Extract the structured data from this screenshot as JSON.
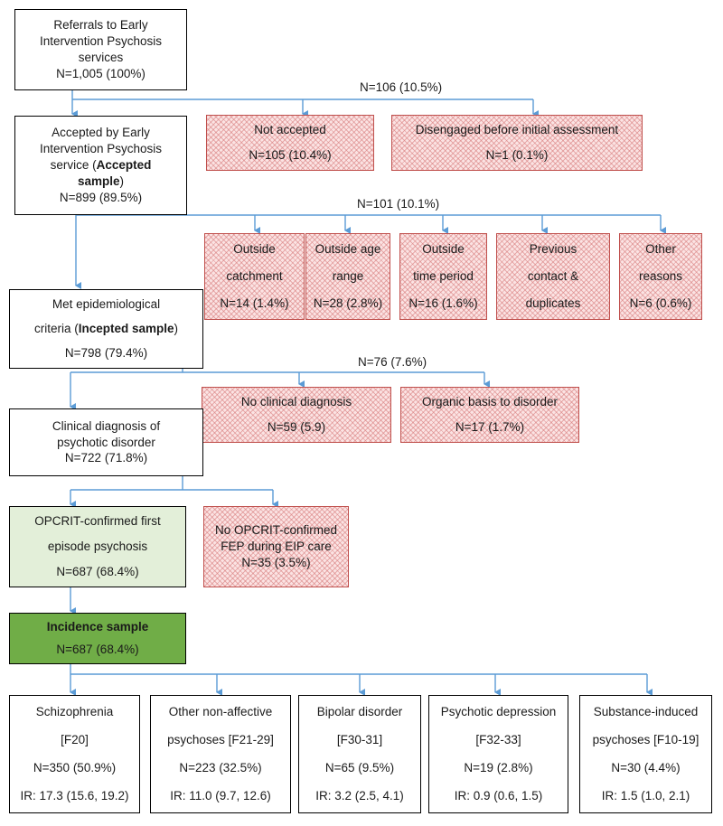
{
  "referrals": {
    "lines": [
      "Referrals to Early",
      "Intervention Psychosis",
      "services"
    ],
    "n": "N=1,005 (100%)"
  },
  "excluded_1": {
    "total": "N=106 (10.5%)",
    "not_accepted": {
      "label": "Not accepted",
      "n": "N=105 (10.4%)"
    },
    "disengaged": {
      "label": "Disengaged before initial assessment",
      "n": "N=1 (0.1%)"
    }
  },
  "accepted": {
    "line1": "Accepted by Early",
    "line2": "Intervention Psychosis",
    "line3_prefix": "service (",
    "line3_bold": "Accepted",
    "line4_bold": "sample",
    "line4_suffix": ")",
    "n": "N=899 (89.5%)"
  },
  "excluded_2": {
    "total": "N=101 (10.1%)",
    "boxes": [
      {
        "l1": "Outside",
        "l2": "catchment",
        "n": "N=14 (1.4%)"
      },
      {
        "l1": "Outside age",
        "l2": "range",
        "n": "N=28 (2.8%)"
      },
      {
        "l1": "Outside",
        "l2": "time period",
        "n": "N=16 (1.6%)"
      },
      {
        "l1": "Previous",
        "l2": "contact &",
        "l3": "duplicates"
      },
      {
        "l1": "Other",
        "l2": "reasons",
        "n": "N=6 (0.6%)"
      }
    ]
  },
  "incepted": {
    "line1": "Met epidemiological",
    "line2_prefix": "criteria (",
    "line2_bold": "Incepted sample",
    "line2_suffix": ")",
    "n": "N=798 (79.4%)"
  },
  "excluded_3": {
    "total": "N=76 (7.6%)",
    "no_diag": {
      "label": "No clinical diagnosis",
      "n": "N=59 (5.9)"
    },
    "organic": {
      "label": "Organic basis to disorder",
      "n": "N=17 (1.7%)"
    }
  },
  "clinical": {
    "lines": [
      "Clinical diagnosis of",
      "psychotic disorder"
    ],
    "n": "N=722 (71.8%)"
  },
  "opcrit": {
    "lines": [
      "OPCRIT-confirmed first",
      "episode psychosis"
    ],
    "n": "N=687 (68.4%)"
  },
  "no_opcrit": {
    "lines": [
      "No OPCRIT-confirmed",
      "FEP during EIP care"
    ],
    "n": "N=35 (3.5%)"
  },
  "incidence": {
    "title": "Incidence sample",
    "n": "N=687 (68.4%)"
  },
  "diagnoses": [
    {
      "l1": "Schizophrenia",
      "l2": "[F20]",
      "n": "N=350 (50.9%)",
      "ir": "IR: 17.3 (15.6, 19.2)"
    },
    {
      "l1": "Other non-affective",
      "l2": "psychoses [F21-29]",
      "n": "N=223 (32.5%)",
      "ir": "IR: 11.0 (9.7, 12.6)"
    },
    {
      "l1": "Bipolar disorder",
      "l2": "[F30-31]",
      "n": "N=65 (9.5%)",
      "ir": "IR: 3.2 (2.5, 4.1)"
    },
    {
      "l1": "Psychotic depression",
      "l2": "[F32-33]",
      "n": "N=19 (2.8%)",
      "ir": "IR: 0.9 (0.6, 1.5)"
    },
    {
      "l1": "Substance-induced",
      "l2": "psychoses [F10-19]",
      "n": "N=30 (4.4%)",
      "ir": "IR: 1.5 (1.0, 2.1)"
    }
  ],
  "colors": {
    "connector": "#5b9bd5",
    "exclusion_fill": "#fbe3e3",
    "fep_fill": "#e3efd9",
    "incidence_fill": "#70ad47"
  }
}
